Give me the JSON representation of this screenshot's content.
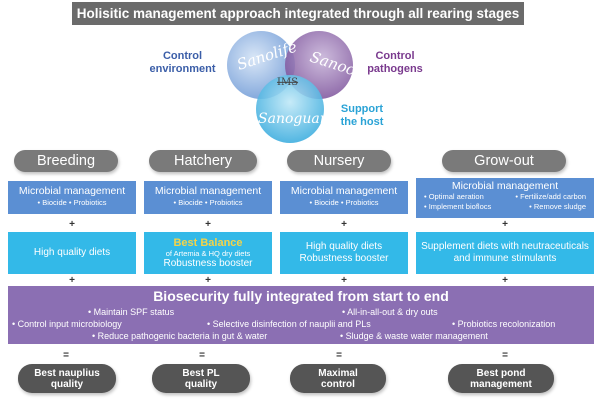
{
  "title": "Holisitic management approach integrated through all rearing stages",
  "venn": {
    "circle_left": "Sanolife",
    "circle_right": "Sanocare",
    "circle_bottom": "Sanoguard",
    "center": "IMS",
    "label_left": "Control environment",
    "label_left_l1": "Control",
    "label_left_l2": "environment",
    "label_right_l1": "Control",
    "label_right_l2": "pathogens",
    "label_bottom_l1": "Support",
    "label_bottom_l2": "the host"
  },
  "stages": [
    "Breeding",
    "Hatchery",
    "Nursery",
    "Grow-out"
  ],
  "microbial": {
    "title": "Microbial management",
    "items_basic": "• Biocide    • Probiotics",
    "growout": {
      "row1_left": "• Optimal aeration",
      "row1_right": "• Fertilize/add carbon",
      "row2_left": "• Implement bioflocs",
      "row2_right": "• Remove sludge"
    }
  },
  "plus": "+",
  "equals": "=",
  "diets": {
    "breeding": "High quality diets",
    "hatchery_highlight": "Best Balance",
    "hatchery_sub": "of Artemia & HQ dry diets",
    "hatchery_line2": "Robustness booster",
    "nursery_l1": "High quality diets",
    "nursery_l2": "Robustness booster",
    "growout_l1": "Supplement diets with neutraceuticals",
    "growout_l2": "and immune stimulants"
  },
  "biosecurity": {
    "title": "Biosecurity fully integrated from start to end",
    "items": [
      "• Maintain SPF status",
      "• All-in-all-out & dry outs",
      "• Control input microbiology",
      "• Selective disinfection of nauplii and PLs",
      "• Probiotics recolonization",
      "• Reduce pathogenic bacteria in gut & water",
      "• Sludge & waste water management"
    ]
  },
  "outcomes": {
    "o1_l1": "Best nauplius",
    "o1_l2": "quality",
    "o2_l1": "Best PL",
    "o2_l2": "quality",
    "o3_l1": "Maximal",
    "o3_l2": "control",
    "o4_l1": "Best pond",
    "o4_l2": "management"
  },
  "colors": {
    "title_bar": "#6b6b6b",
    "microbial": "#5b8fd3",
    "diet": "#33b9e8",
    "biosecurity": "#8b6fb3",
    "stage_pill": "#7a7a7a",
    "outcome_pill": "#555555",
    "highlight_text": "#f3d34a"
  }
}
